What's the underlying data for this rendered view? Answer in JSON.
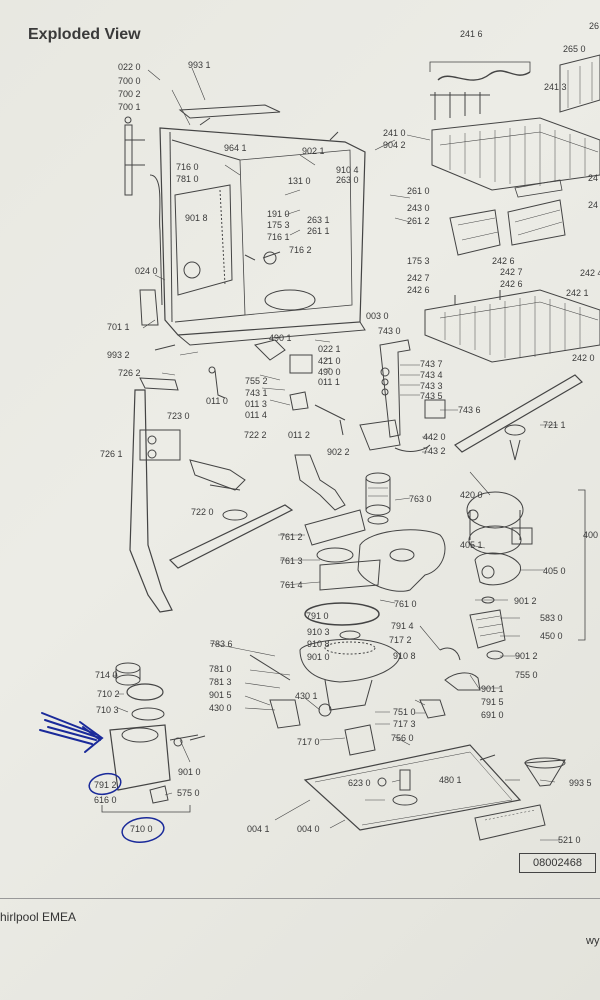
{
  "title": "Exploded View",
  "footer": {
    "left": "hirlpool EMEA",
    "right": "wy",
    "doc_number": "08002468"
  },
  "colors": {
    "ink": "#444444",
    "annotation": "#1a2a9a",
    "paper": "#e9e9e3"
  },
  "annotations": {
    "arrow_target": "710 3",
    "circled_parts": [
      "791 2",
      "710 0"
    ]
  },
  "labels": {
    "l2416": "241 6",
    "l2650": "265 0",
    "l0220": "022 0",
    "l9931": "993 1",
    "l7000": "700 0",
    "l7002": "700 2",
    "l7001": "700 1",
    "l9641": "964 1",
    "l9021": "902 1",
    "l9042": "904 2",
    "l2410": "241 0",
    "l2413": "241 3",
    "l7160": "716 0",
    "l7810": "781 0",
    "l9104": "910 4",
    "l2630": "263 0",
    "l1310": "131 0",
    "l2610": "261 0",
    "l2430": "243 0",
    "l2612": "261 2",
    "l9018": "901 8",
    "l1910": "191 0",
    "l1753a": "175 3",
    "l7161": "716 1",
    "l2631": "263 1",
    "l2611": "261 1",
    "l7162": "716 2",
    "l1753b": "175 3",
    "l2427a": "242 7",
    "l2426a": "242 6",
    "l2427b": "242 7",
    "l2426b": "242 6",
    "l2424": "242 4",
    "l2421": "242 1",
    "l0240": "024 0",
    "l0030": "003 0",
    "l7011": "701 1",
    "l4901": "490 1",
    "l0221": "022 1",
    "l4210": "421 0",
    "l4900": "490 0",
    "l7430": "743 0",
    "l2420": "242 0",
    "l9932": "993 2",
    "l7262": "726 2",
    "l7552": "755 2",
    "l7431": "743 1",
    "l0111": "011 1",
    "l7437": "743 7",
    "l7434": "743 4",
    "l7433": "743 3",
    "l7435": "743 5",
    "l0110": "011 0",
    "l0113": "011 3",
    "l0114": "011 4",
    "l7230": "723 0",
    "l7436": "743 6",
    "l7211": "721 1",
    "l7261": "726 1",
    "l7222": "722 2",
    "l0112": "011 2",
    "l9022": "902 2",
    "l4420": "442 0",
    "l7432": "743 2",
    "l7630": "763 0",
    "l4200": "420 0",
    "l7220": "722 0",
    "l4000": "400",
    "l7612": "761 2",
    "l4051": "405 1",
    "l7613": "761 3",
    "l4050": "405 0",
    "l7614": "761 4",
    "l7610": "761 0",
    "l9012a": "901 2",
    "l7910": "791 0",
    "l5830": "583 0",
    "l7914": "791 4",
    "l4500": "450 0",
    "l7836": "783 6",
    "l9103": "910 3",
    "l7172": "717 2",
    "l9108a": "910 8",
    "l9108b": "910 8",
    "l9010a": "901 0",
    "l9012b": "901 2",
    "l7140": "714 0",
    "l7810b": "781 0",
    "l7550": "755 0",
    "l7813": "781 3",
    "l7102": "710 2",
    "l9015": "901 5",
    "l9011": "901 1",
    "l4301": "430 1",
    "l7915": "791 5",
    "l4300": "430 0",
    "l7103": "710 3",
    "l7510": "751 0",
    "l6910": "691 0",
    "l7173": "717 3",
    "l7170": "717 0",
    "l7560": "756 0",
    "l9010b": "901 0",
    "l4801": "480 1",
    "l9935": "993 5",
    "l6230": "623 0",
    "l7912": "791 2",
    "l5750": "575 0",
    "l6160": "616 0",
    "l0041": "004 1",
    "l0040": "004 0",
    "l5210": "521 0",
    "l7100": "710 0",
    "l26": "26",
    "l24a": "24",
    "l24b": "24"
  }
}
